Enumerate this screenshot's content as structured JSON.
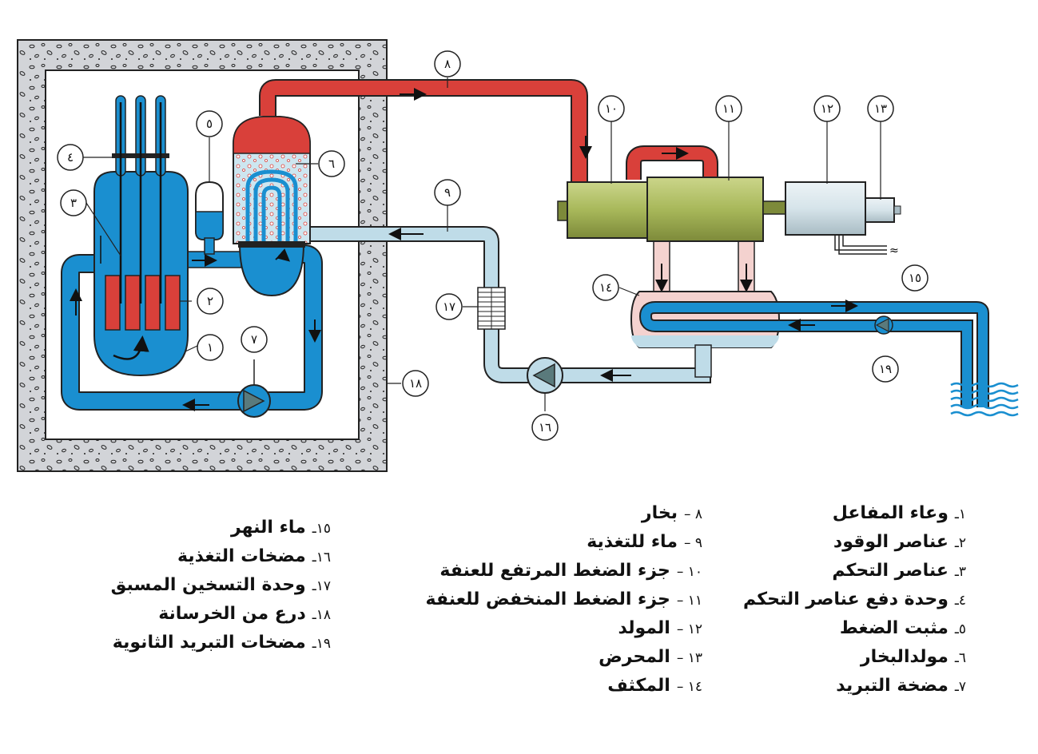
{
  "diagram": {
    "labels": [
      "١",
      "٢",
      "٣",
      "٤",
      "٥",
      "٦",
      "٧",
      "٨",
      "٩",
      "١٠",
      "١١",
      "١٢",
      "١٣",
      "١٤",
      "١٥",
      "١٦",
      "١٧",
      "١٨",
      "١٩"
    ],
    "colors": {
      "primary_loop": "#1a8fd0",
      "steam": "#d9403a",
      "feed_water": "#bfdce8",
      "fuel": "#d9403a",
      "turbine": "#a8b85a",
      "generator": "#d6e4ea",
      "condenser": "#f4d2cf",
      "concrete": "#d2d4d8",
      "pump": "#5a7a7c"
    }
  },
  "legend": {
    "col1": [
      {
        "num": "١ـ",
        "text": "وعاء المفاعل"
      },
      {
        "num": "٢ـ",
        "text": "عناصر الوقود"
      },
      {
        "num": "٣ـ",
        "text": "عناصر التحكم"
      },
      {
        "num": "٤ـ",
        "text": "وحدة دفع عناصر التحكم"
      },
      {
        "num": "٥ـ",
        "text": "مثبت الضغط"
      },
      {
        "num": "٦ـ",
        "text": "مولدالبخار"
      },
      {
        "num": "٧ـ",
        "text": "مضخة التبريد"
      }
    ],
    "col2": [
      {
        "num": "٨ –",
        "text": "بخار"
      },
      {
        "num": "٩ –",
        "text": "ماء للتغذية"
      },
      {
        "num": "١٠ –",
        "text": "جزء الضغط المرتفع للعنفة"
      },
      {
        "num": "١١ –",
        "text": "جزء الضغط المنخفض للعنفة"
      },
      {
        "num": "١٢ –",
        "text": "المولد"
      },
      {
        "num": "١٣ –",
        "text": "المحرض"
      },
      {
        "num": "١٤ –",
        "text": "المكثف"
      }
    ],
    "col3": [
      {
        "num": "١٥ـ",
        "text": "ماء النهر"
      },
      {
        "num": "١٦ـ",
        "text": "مضخات التغذية"
      },
      {
        "num": "١٧ـ",
        "text": "وحدة التسخين المسبق"
      },
      {
        "num": "١٨ـ",
        "text": "درع من الخرسانة"
      },
      {
        "num": "١٩ـ",
        "text": "مضخات التبريد الثانوية"
      }
    ]
  }
}
